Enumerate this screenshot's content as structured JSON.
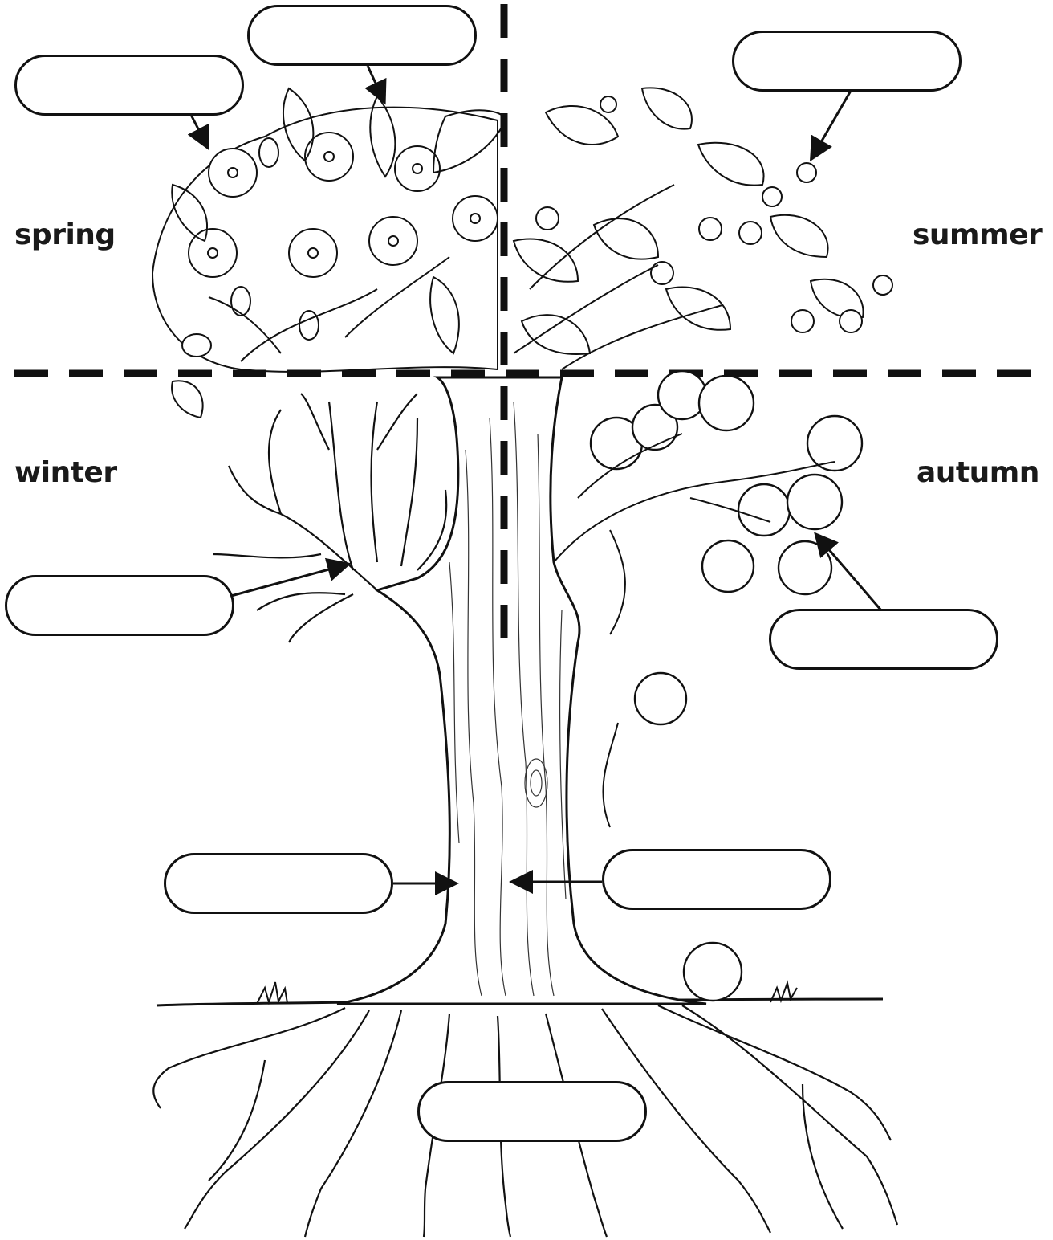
{
  "seasons": {
    "spring": "spring",
    "summer": "summer",
    "winter": "winter",
    "autumn": "autumn"
  },
  "label_boxes": {
    "flower": "",
    "leaf": "",
    "fruit_bud": "",
    "branch": "",
    "apple": "",
    "bark": "",
    "trunk": "",
    "roots": ""
  },
  "colors": {
    "ink": "#111111",
    "background": "#ffffff"
  }
}
